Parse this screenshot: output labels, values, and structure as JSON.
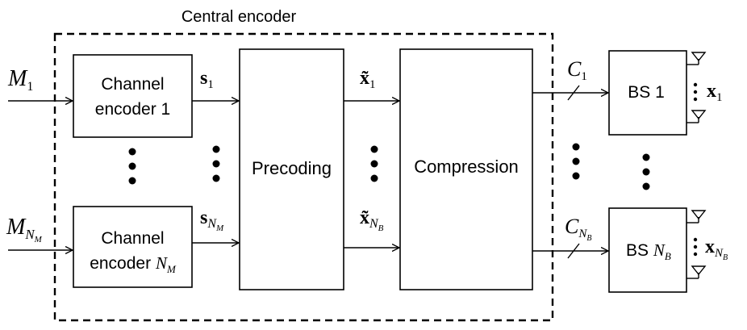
{
  "title": "Central encoder",
  "blocks": {
    "channel_encoder_1": {
      "line1": "Channel",
      "line2": "encoder 1"
    },
    "channel_encoder_n": {
      "line1": "Channel",
      "line2_prefix": "encoder ",
      "line2_var": "N",
      "line2_sub": "M"
    },
    "precoding": "Precoding",
    "compression": "Compression",
    "bs_1": "BS 1",
    "bs_n": {
      "prefix": "BS ",
      "var": "N",
      "sub": "B"
    }
  },
  "inputs": {
    "m1": {
      "var": "M",
      "sub": "1"
    },
    "mn": {
      "var": "M",
      "sub_var": "N",
      "sub_sub": "M"
    }
  },
  "signals": {
    "s1": {
      "var": "s",
      "sub": "1"
    },
    "sn": {
      "var": "s",
      "sub_var": "N",
      "sub_sub": "M"
    },
    "xt1": {
      "var": "x̃",
      "sub": "1"
    },
    "xtn": {
      "var": "x̃",
      "sub_var": "N",
      "sub_sub": "B"
    }
  },
  "capacities": {
    "c1": {
      "var": "C",
      "sub": "1"
    },
    "cn": {
      "var": "C",
      "sub_var": "N",
      "sub_sub": "B"
    }
  },
  "outputs": {
    "x1": {
      "var": "x",
      "sub": "1"
    },
    "xn": {
      "var": "x",
      "sub_var": "N",
      "sub_sub": "B"
    }
  },
  "colors": {
    "stroke": "#000000",
    "background": "#ffffff"
  }
}
